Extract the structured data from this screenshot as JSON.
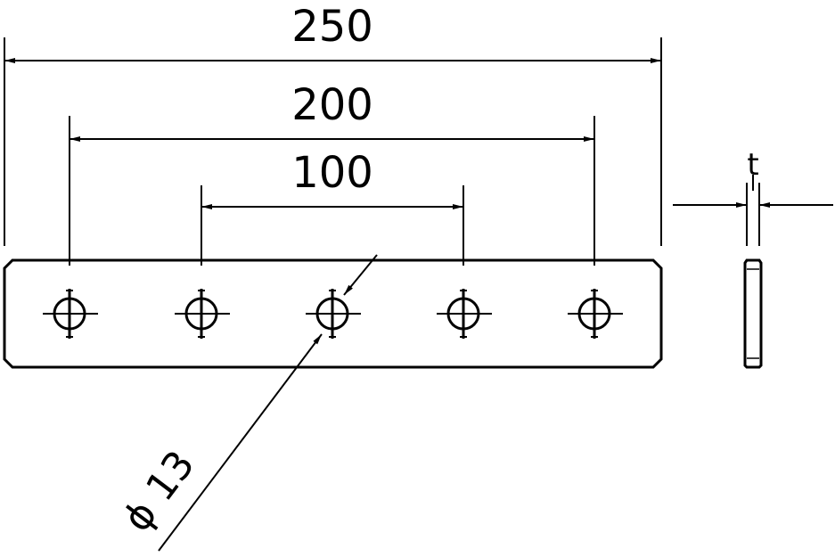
{
  "dimensions": {
    "overall_length": "250",
    "outer_hole_spacing": "200",
    "inner_hole_spacing": "100",
    "hole_diameter": "ϕ 13",
    "thickness": "t"
  },
  "plate": {
    "hole_count": 5
  },
  "colors": {
    "line": "#000000",
    "background": "#ffffff"
  }
}
